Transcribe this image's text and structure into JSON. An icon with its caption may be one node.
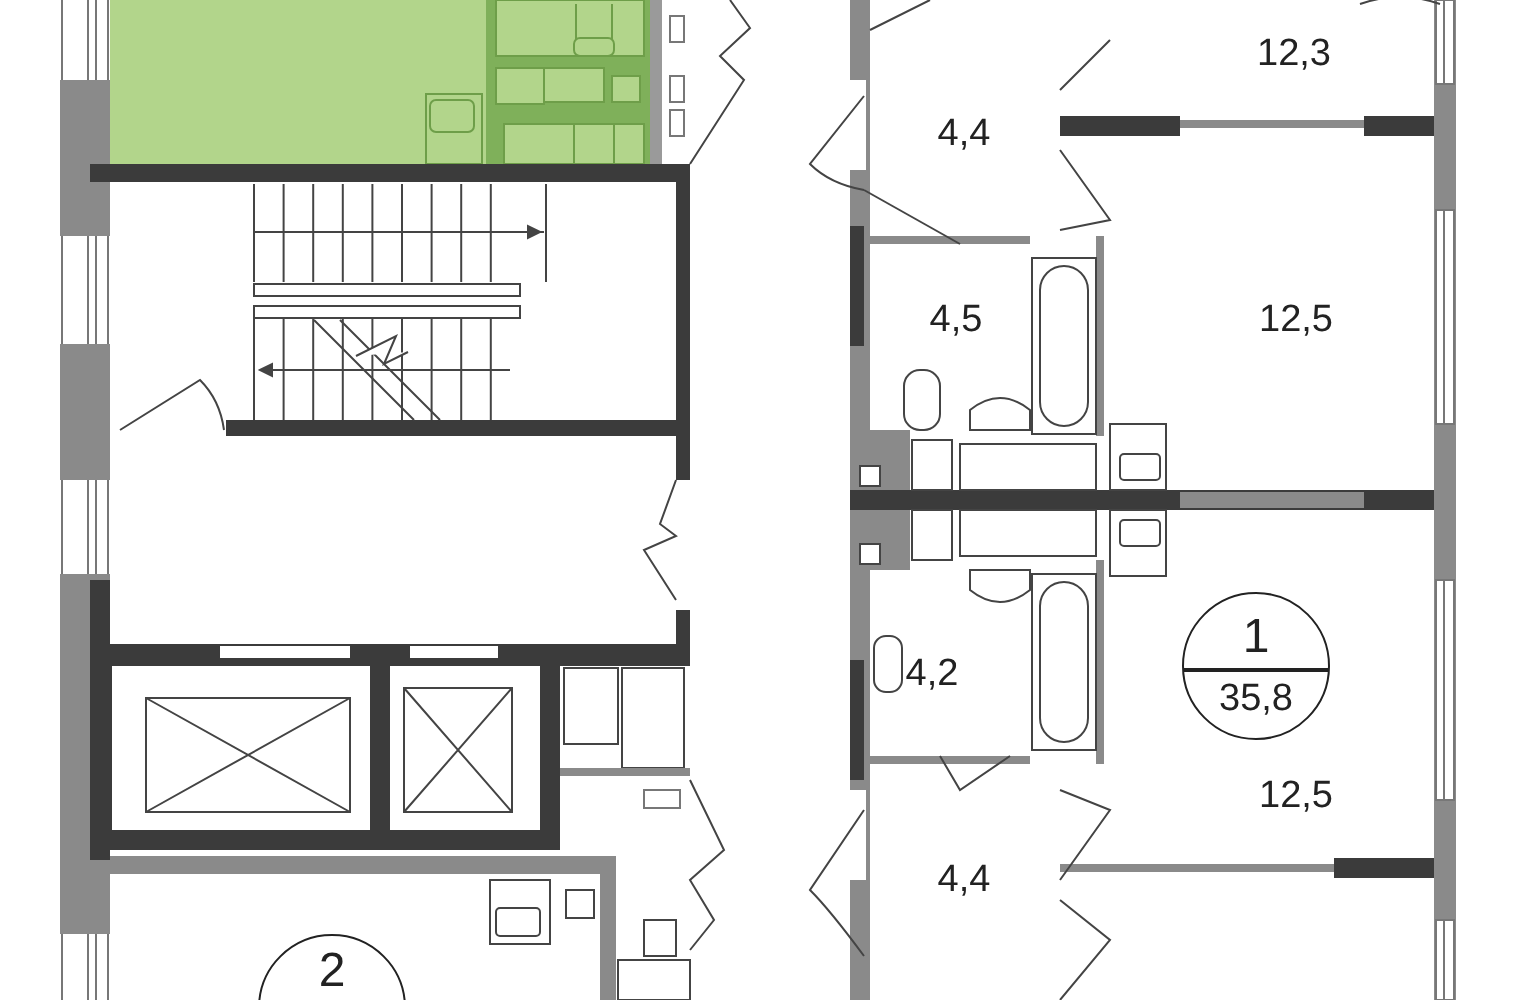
{
  "diagram": {
    "nodes": [
      {
        "text": [
          "1",
          "35,8"
        ]
      },
      {
        "text": [
          "2"
        ]
      }
    ],
    "labels": [
      "12,3",
      "4,4",
      "4,5",
      "12,5",
      "4,2",
      "12,5",
      "4,4"
    ]
  }
}
